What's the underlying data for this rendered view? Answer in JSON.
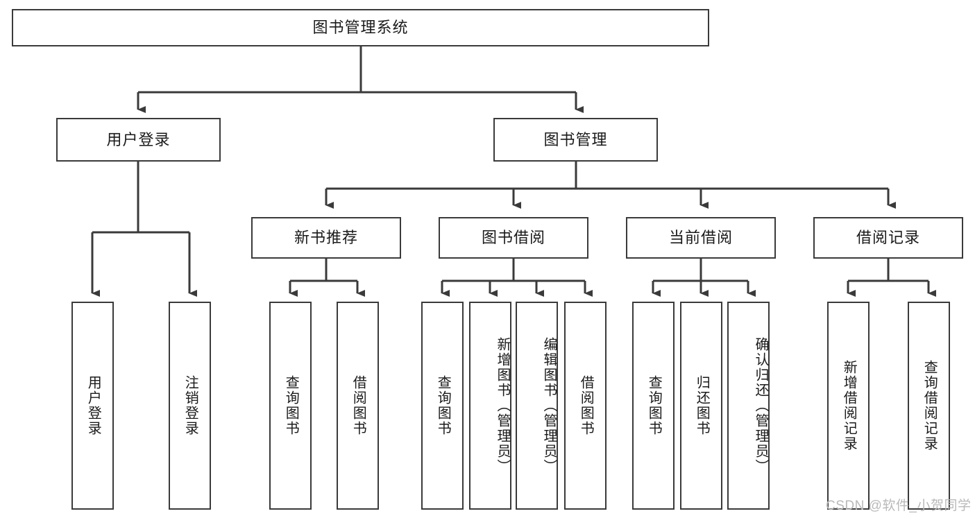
{
  "diagram": {
    "title": "图书管理系统",
    "root": {
      "label": "图书管理系统"
    },
    "level1": [
      {
        "label": "用户登录"
      },
      {
        "label": "图书管理"
      }
    ],
    "level2": [
      {
        "label": "新书推荐"
      },
      {
        "label": "图书借阅"
      },
      {
        "label": "当前借阅"
      },
      {
        "label": "借阅记录"
      }
    ],
    "leaves": {
      "user_login": [
        {
          "label": "用户登录"
        },
        {
          "label": "注销登录"
        }
      ],
      "new_book_recommend": [
        {
          "label": "查询图书"
        },
        {
          "label": "借阅图书"
        }
      ],
      "book_borrow": [
        {
          "label": "查询图书"
        },
        {
          "label": "新增图书（管理员）"
        },
        {
          "label": "编辑图书（管理员）"
        },
        {
          "label": "借阅图书"
        }
      ],
      "current_borrow": [
        {
          "label": "查询图书"
        },
        {
          "label": "归还图书"
        },
        {
          "label": "确认归还（管理员）"
        }
      ],
      "borrow_record": [
        {
          "label": "新增借阅记录"
        },
        {
          "label": "查询借阅记录"
        }
      ]
    },
    "colors": {
      "stroke": "#3a3a3a",
      "fill": "#ffffff",
      "text": "#1a1a1a",
      "watermark": "#b9b9b9"
    }
  },
  "watermark": {
    "text": "CSDN @软件_小贺同学"
  }
}
